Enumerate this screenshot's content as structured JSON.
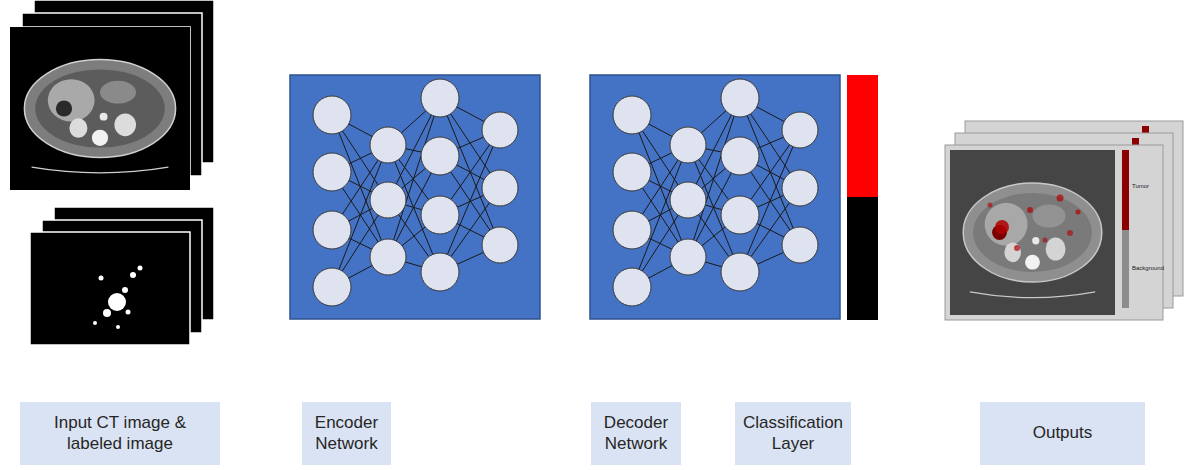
{
  "diagram": {
    "nodes": [
      {
        "text": [
          "Input CT image & labeled image"
        ]
      },
      {
        "text": [
          "Encoder Network"
        ]
      },
      {
        "text": [
          "Decoder Network"
        ]
      },
      {
        "text": [
          "Classification Layer"
        ]
      },
      {
        "text": [
          "Outputs"
        ]
      }
    ],
    "labels": [
      "Tumor",
      "Background"
    ]
  }
}
